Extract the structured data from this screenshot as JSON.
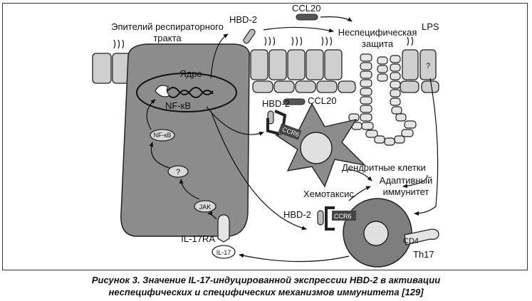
{
  "labels": {
    "epithelium": [
      "Эпителий респираторного",
      "тракта"
    ],
    "nucleus": "Ядро",
    "nfkb_nucleus": "NF-кB",
    "nfkb_cyto": "NF-кB",
    "unknown_cyto": "?",
    "jak": "JAK",
    "il17ra": "IL-17RA",
    "il17": "IL-17",
    "hbd2_top": "HBD-2",
    "ccl20_top": "CCL20",
    "nonspecific": [
      "Неспецифическая",
      "защита"
    ],
    "lps": "LPS",
    "unknown_lps": "?",
    "hbd2_mid": "HBD-2",
    "ccl20_mid": "CCL20",
    "ccr6_dc": "CCR6",
    "dendritic": "Дендритные клетки",
    "adaptive": [
      "Адаптивный",
      "иммунитет"
    ],
    "chemotaxis": "Хемотаксис",
    "hbd2_low": "HBD-2",
    "ccr6_t": "CCR6",
    "cd4": "CD4",
    "th17": "Th17"
  },
  "caption": [
    "Рисунок 3. Значение IL-17-индуцированной экспрессии HBD-2 в активации",
    "неспецифических и специфических механизмов иммунитета [129]"
  ]
}
